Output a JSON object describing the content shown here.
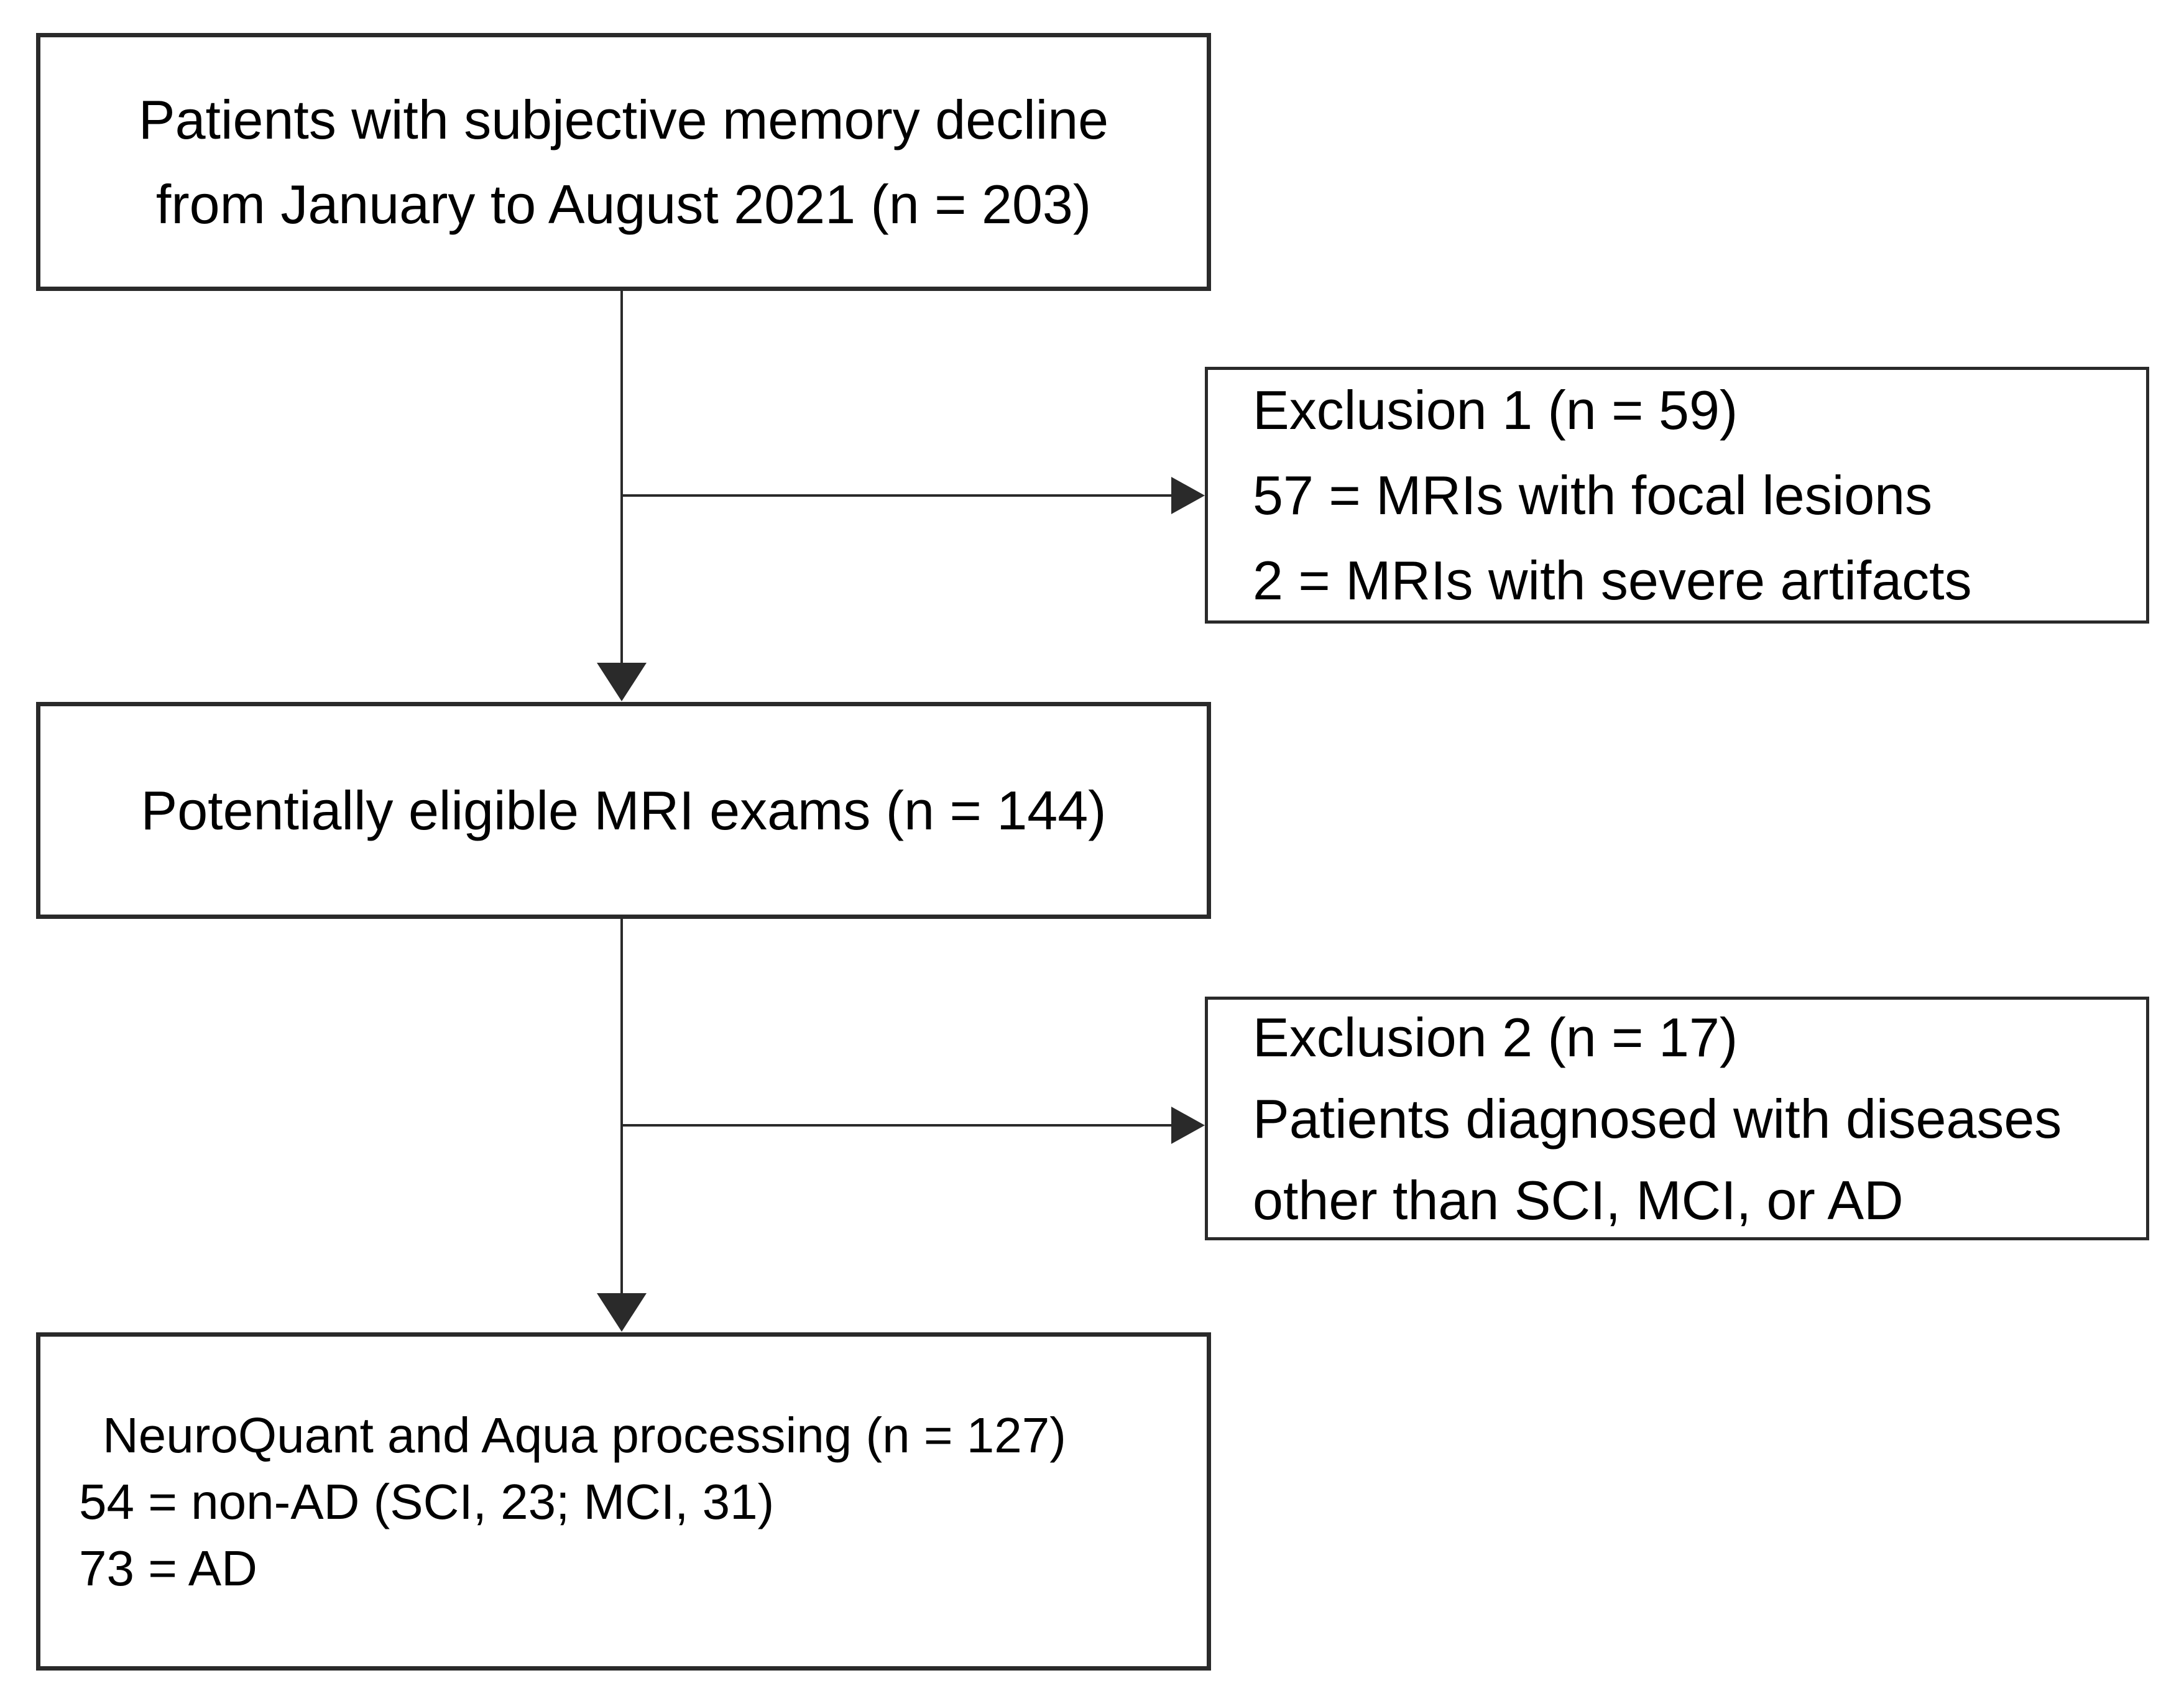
{
  "colors": {
    "ink": "#000000",
    "line": "#2a2a2a",
    "box_bg": "#ffffff"
  },
  "boxes": {
    "patients": {
      "lines": [
        "Patients with subjective memory decline",
        "from January to August 2021 (n = 203)"
      ]
    },
    "exclusion1": {
      "lines": [
        "Exclusion 1 (n = 59)",
        "57 = MRIs with focal lesions",
        "2 = MRIs with severe artifacts"
      ]
    },
    "eligible": {
      "lines": [
        "Potentially eligible MRI exams (n = 144)"
      ]
    },
    "exclusion2": {
      "lines": [
        "Exclusion 2 (n = 17)",
        "Patients diagnosed with diseases",
        "other than SCI, MCI, or AD"
      ]
    },
    "processing": {
      "lines": [
        "NeuroQuant and Aqua processing (n = 127)",
        "54 = non-AD (SCI, 23; MCI, 31)",
        "73 = AD"
      ]
    }
  }
}
